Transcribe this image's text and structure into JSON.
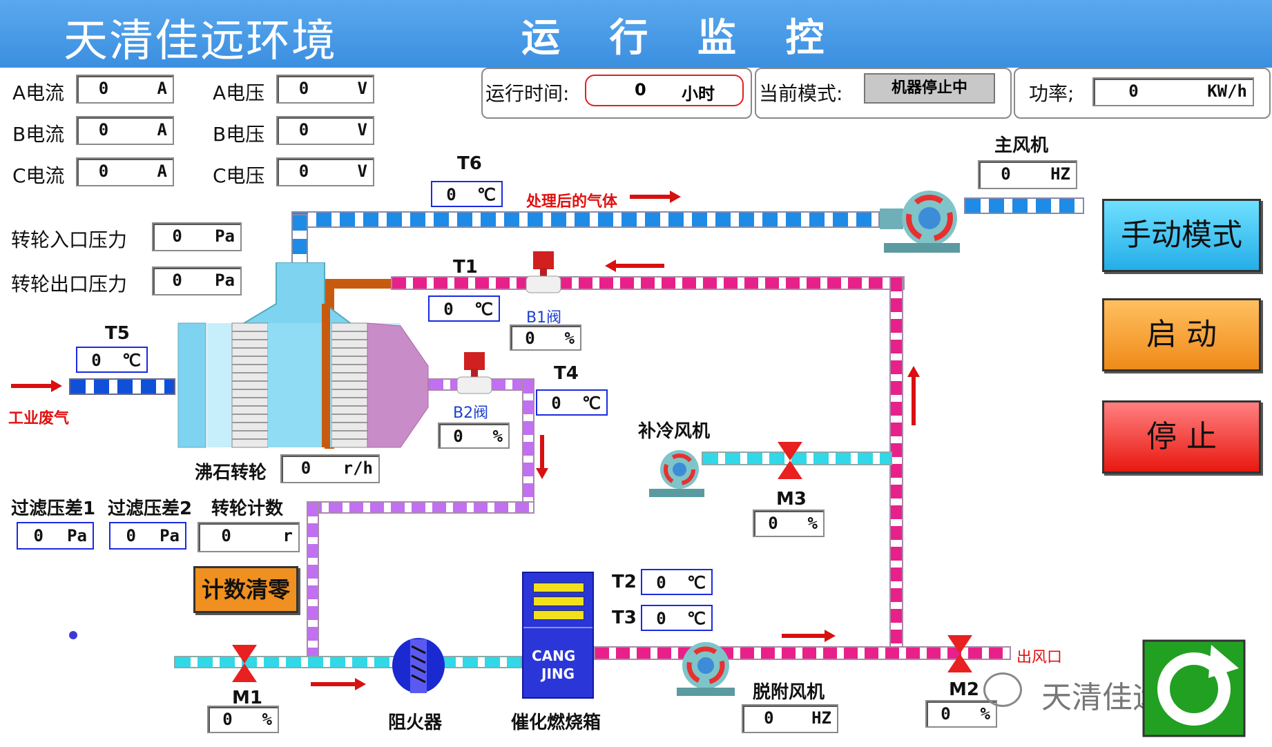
{
  "header": {
    "company": "天清佳远环境",
    "title": "运 行 监 控"
  },
  "electric": {
    "a_current": {
      "label": "A电流",
      "value": "0",
      "unit": "A"
    },
    "b_current": {
      "label": "B电流",
      "value": "0",
      "unit": "A"
    },
    "c_current": {
      "label": "C电流",
      "value": "0",
      "unit": "A"
    },
    "a_voltage": {
      "label": "A电压",
      "value": "0",
      "unit": "V"
    },
    "b_voltage": {
      "label": "B电压",
      "value": "0",
      "unit": "V"
    },
    "c_voltage": {
      "label": "C电压",
      "value": "0",
      "unit": "V"
    }
  },
  "status": {
    "runtime": {
      "label": "运行时间:",
      "value": "0",
      "unit": "小时"
    },
    "mode": {
      "label": "当前模式:",
      "value": "机器停止中"
    },
    "power": {
      "label": "功率;",
      "value": "0",
      "unit": "KW/h"
    }
  },
  "pressure": {
    "wheel_in": {
      "label": "转轮入口压力",
      "value": "0",
      "unit": "Pa"
    },
    "wheel_out": {
      "label": "转轮出口压力",
      "value": "0",
      "unit": "Pa"
    },
    "filter1": {
      "label": "过滤压差1",
      "value": "0",
      "unit": "Pa"
    },
    "filter2": {
      "label": "过滤压差2",
      "value": "0",
      "unit": "Pa"
    }
  },
  "temps": {
    "t1": {
      "label": "T1",
      "value": "0",
      "unit": "℃"
    },
    "t2": {
      "label": "T2",
      "value": "0",
      "unit": "℃"
    },
    "t3": {
      "label": "T3",
      "value": "0",
      "unit": "℃"
    },
    "t4": {
      "label": "T4",
      "value": "0",
      "unit": "℃"
    },
    "t5": {
      "label": "T5",
      "value": "0",
      "unit": "℃"
    },
    "t6": {
      "label": "T6",
      "value": "0",
      "unit": "℃"
    }
  },
  "valves": {
    "b1": {
      "label": "B1阀",
      "value": "0",
      "unit": "%"
    },
    "b2": {
      "label": "B2阀",
      "value": "0",
      "unit": "%"
    },
    "m1": {
      "label": "M1",
      "value": "0",
      "unit": "%"
    },
    "m2": {
      "label": "M2",
      "value": "0",
      "unit": "%"
    },
    "m3": {
      "label": "M3",
      "value": "0",
      "unit": "%"
    }
  },
  "equipment": {
    "main_fan": {
      "label": "主风机",
      "value": "0",
      "unit": "HZ"
    },
    "cool_fan": {
      "label": "补冷风机"
    },
    "desorb_fan": {
      "label": "脱附风机",
      "value": "0",
      "unit": "HZ"
    },
    "zeolite": {
      "label": "沸石转轮",
      "value": "0",
      "unit": "r/h"
    },
    "counter": {
      "label": "转轮计数",
      "value": "0",
      "unit": "r"
    },
    "flame_arrester": {
      "label": "阻火器"
    },
    "combustion": {
      "label": "催化燃烧箱",
      "text1": "CANG",
      "text2": "JING"
    }
  },
  "flow_labels": {
    "treated": "处理后的气体",
    "industrial": "工业废气",
    "outlet": "出风口"
  },
  "buttons": {
    "manual": "手动模式",
    "start": "启 动",
    "stop": "停 止",
    "reset": "计数清零"
  },
  "watermark": "天清佳远环境",
  "colors": {
    "header": "#3b8fe0",
    "manual": "#3fc8f0",
    "start": "#f39a2a",
    "stop": "#f02a20"
  }
}
